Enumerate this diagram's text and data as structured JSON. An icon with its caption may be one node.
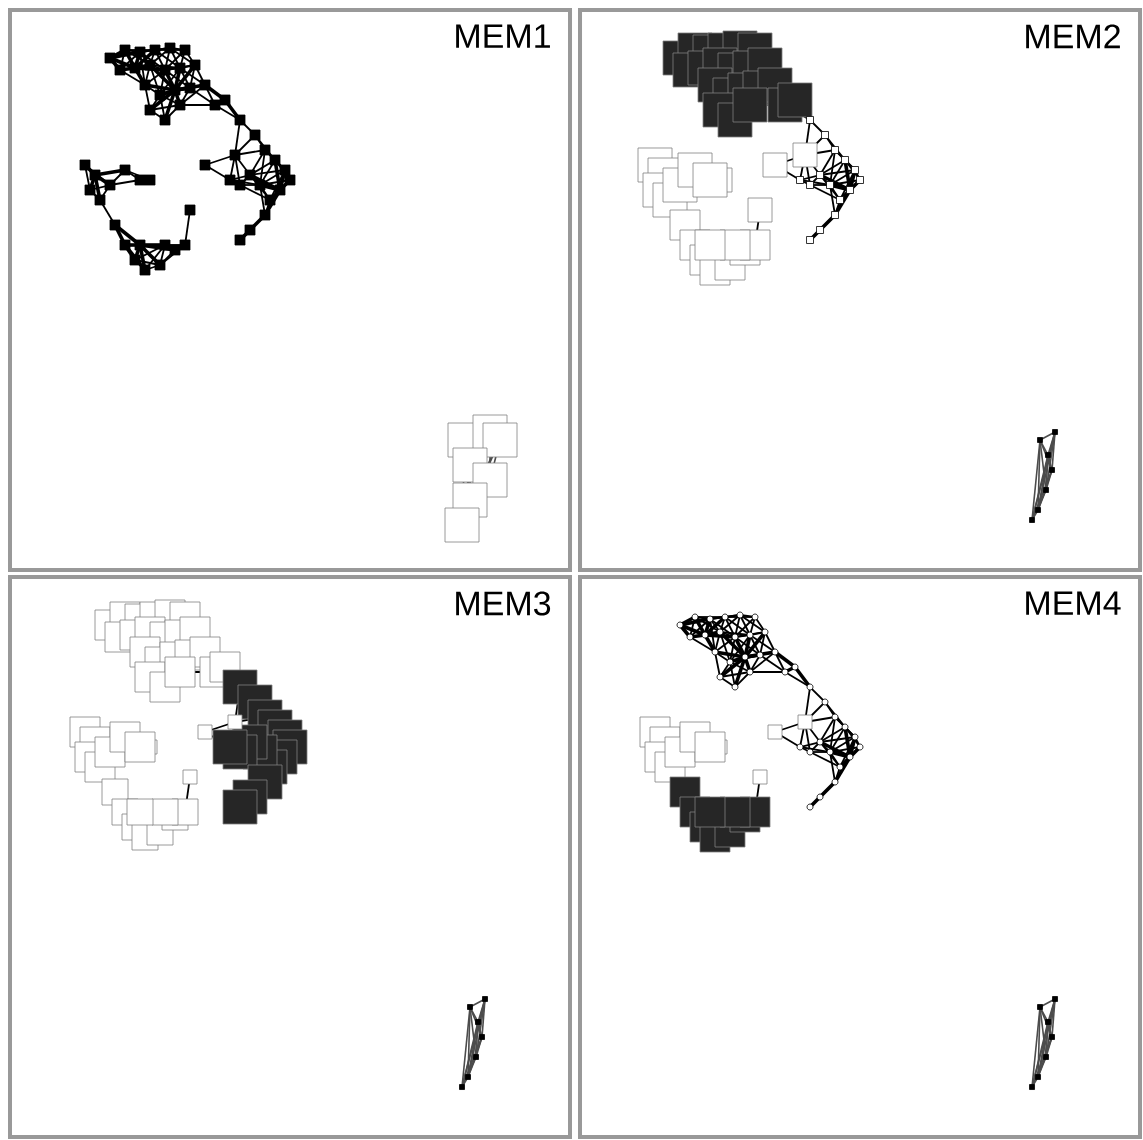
{
  "diagram": {
    "nodes": [
      {
        "text": [
          "MEM1"
        ]
      },
      {
        "text": [
          "MEM2"
        ]
      },
      {
        "text": [
          "MEM3"
        ]
      },
      {
        "text": [
          "MEM4"
        ]
      }
    ]
  }
}
